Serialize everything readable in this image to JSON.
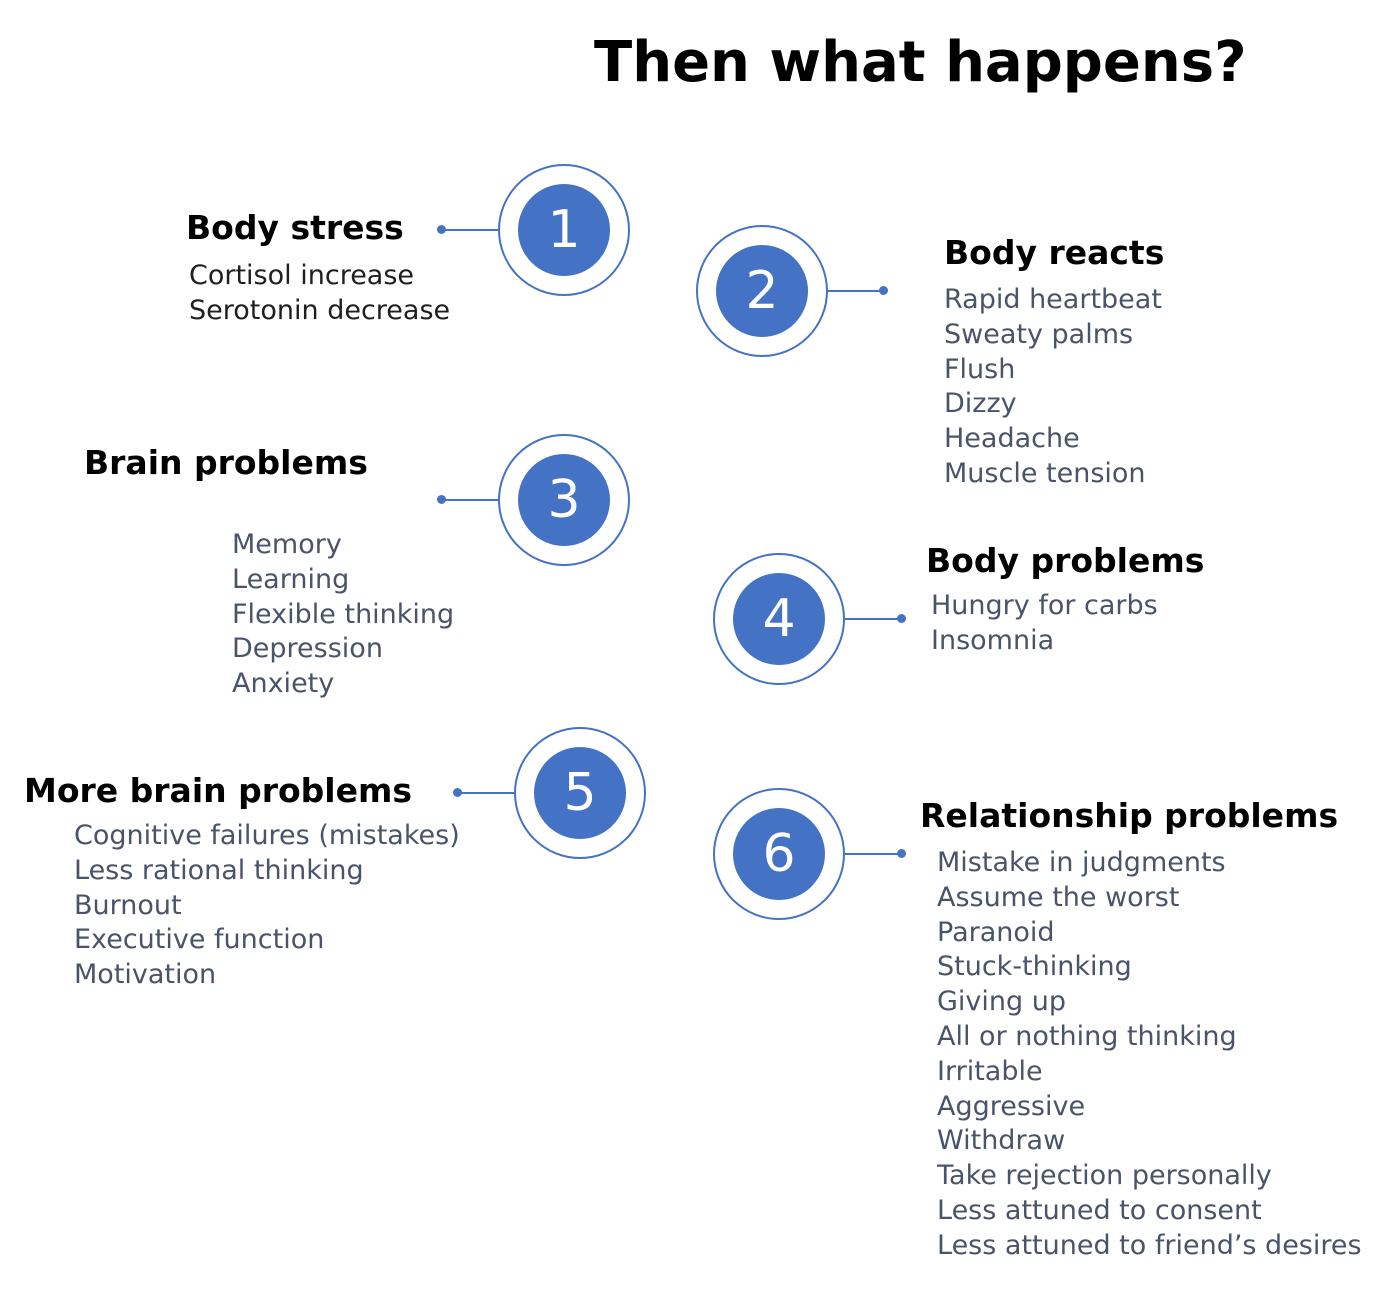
{
  "title": "Then what happens?",
  "accent_color": "#4472c4",
  "steps": [
    {
      "number": "1",
      "heading": "Body stress",
      "items": [
        "Cortisol increase",
        "Serotonin decrease"
      ]
    },
    {
      "number": "2",
      "heading": "Body reacts",
      "items": [
        "Rapid heartbeat",
        "Sweaty palms",
        "Flush",
        "Dizzy",
        "Headache",
        "Muscle tension"
      ]
    },
    {
      "number": "3",
      "heading": "Brain problems",
      "items": [
        "Memory",
        "Learning",
        "Flexible thinking",
        "Depression",
        "Anxiety"
      ]
    },
    {
      "number": "4",
      "heading": "Body problems",
      "items": [
        "Hungry for carbs",
        "Insomnia"
      ]
    },
    {
      "number": "5",
      "heading": "More brain problems",
      "items": [
        "Cognitive failures (mistakes)",
        "Less rational thinking",
        "Burnout",
        "Executive function",
        "Motivation"
      ]
    },
    {
      "number": "6",
      "heading": "Relationship problems",
      "items": [
        "Mistake in judgments",
        "Assume the worst",
        "Paranoid",
        "Stuck-thinking",
        "Giving up",
        "All or nothing thinking",
        "Irritable",
        "Aggressive",
        "Withdraw",
        "Take rejection personally",
        "Less attuned to consent",
        "Less attuned to friend’s desires"
      ]
    }
  ]
}
